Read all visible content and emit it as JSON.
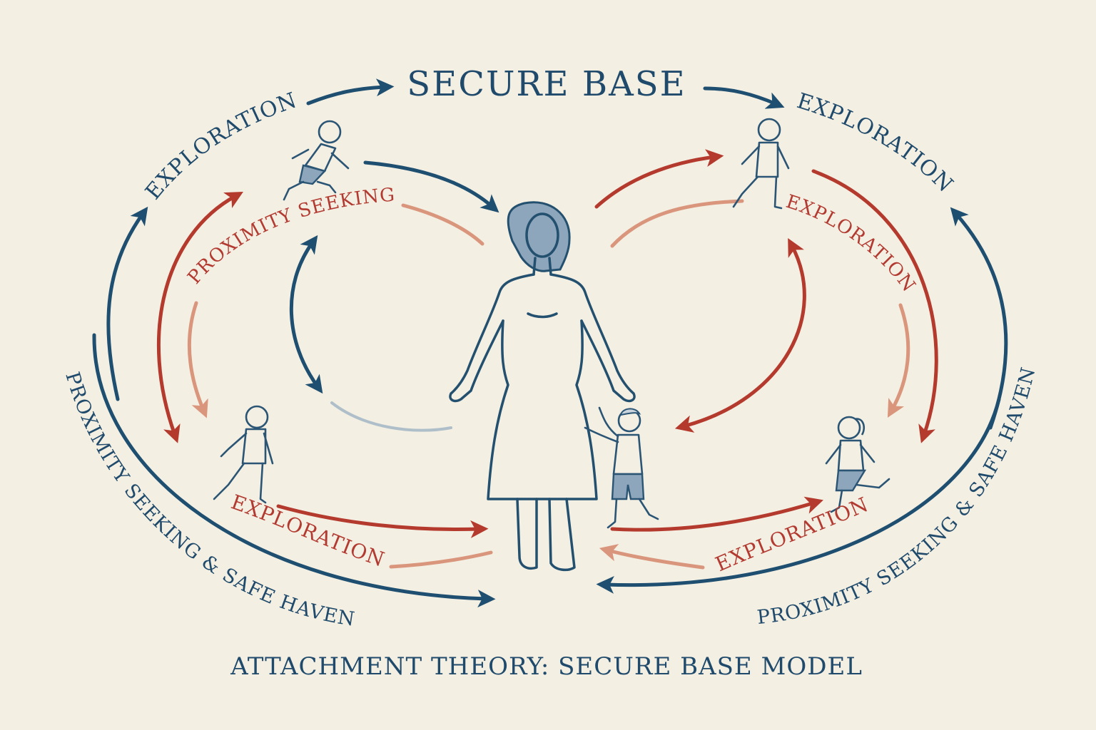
{
  "title": "SECURE BASE",
  "caption": "ATTACHMENT THEORY: SECURE BASE MODEL",
  "labels": {
    "exploration_top_left": "EXPLORATION",
    "exploration_top_right": "EXPLORATION",
    "proximity_seeking_upper_left": "PROXIMITY SEEKING",
    "exploration_inner_right": "EXPLORATION",
    "exploration_bottom_left": "EXPLORATION",
    "exploration_bottom_right": "EXPLORATION",
    "safe_haven_left": "PROXIMITY SEEKING & SAFE HAVEN",
    "safe_haven_right": "PROXIMITY SEEKING & SAFE HAVEN"
  },
  "colors": {
    "background": "#f4efe3",
    "blue": "#1f4f70",
    "red": "#b43a2e",
    "pale_red": "#d9967c"
  }
}
